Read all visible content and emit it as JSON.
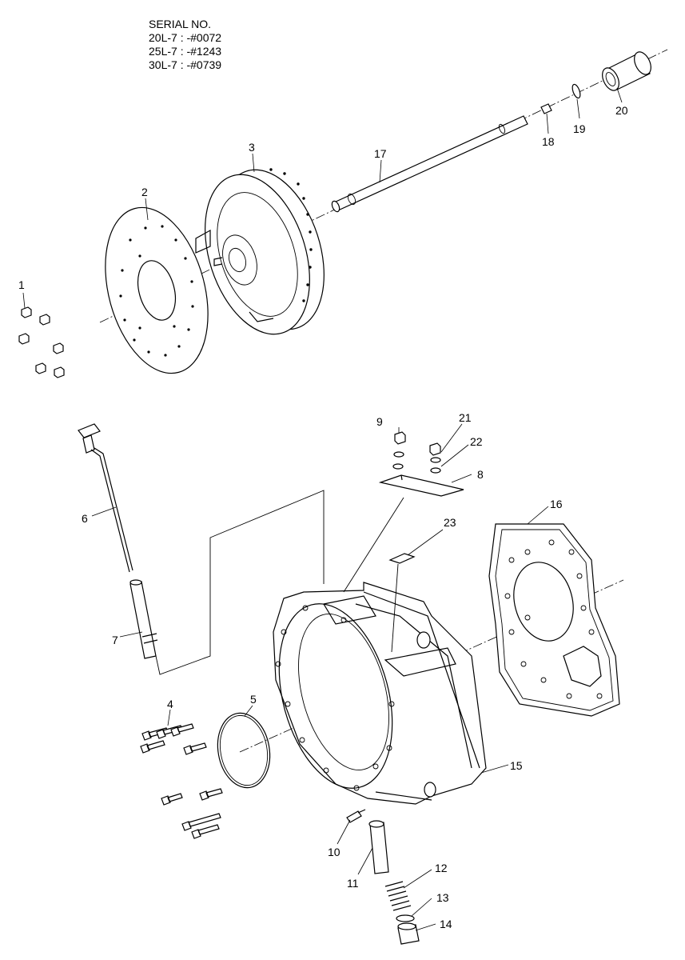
{
  "serial": {
    "title": "SERIAL NO.",
    "lines": [
      "20L-7 : -#0072",
      "25L-7 : -#1243",
      "30L-7 : -#0739"
    ]
  },
  "callouts": [
    "1",
    "2",
    "3",
    "4",
    "5",
    "6",
    "7",
    "8",
    "9",
    "10",
    "11",
    "12",
    "13",
    "14",
    "15",
    "16",
    "17",
    "18",
    "19",
    "20",
    "21",
    "22",
    "23"
  ]
}
